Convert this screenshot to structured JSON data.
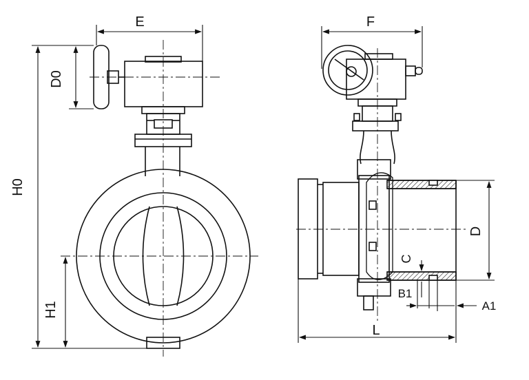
{
  "labels": {
    "E": "E",
    "F": "F",
    "H0": "H0",
    "D0": "D0",
    "H1": "H1",
    "D": "D",
    "C": "C",
    "B1": "B1",
    "A1": "A1",
    "L": "L"
  }
}
